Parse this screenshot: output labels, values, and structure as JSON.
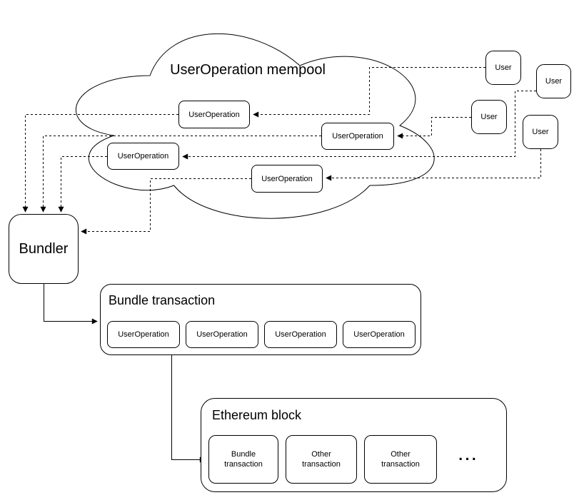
{
  "diagram_type": "flow-diagram",
  "colors": {
    "stroke": "#000000",
    "node_fill": "#ffffff",
    "background": "#ffffff",
    "text": "#000000"
  },
  "mempool": {
    "title": "UserOperation mempool",
    "shape": "cloud",
    "nodes": [
      {
        "label": "UserOperation"
      },
      {
        "label": "UserOperation"
      },
      {
        "label": "UserOperation"
      },
      {
        "label": "UserOperation"
      }
    ]
  },
  "users": [
    {
      "label": "User"
    },
    {
      "label": "User"
    },
    {
      "label": "User"
    },
    {
      "label": "User"
    }
  ],
  "bundler": {
    "label": "Bundler"
  },
  "bundle_tx": {
    "title": "Bundle transaction",
    "nodes": [
      {
        "label": "UserOperation"
      },
      {
        "label": "UserOperation"
      },
      {
        "label": "UserOperation"
      },
      {
        "label": "UserOperation"
      }
    ]
  },
  "eth_block": {
    "title": "Ethereum block",
    "nodes": [
      {
        "label": "Bundle transaction"
      },
      {
        "label": "Other transaction"
      },
      {
        "label": "Other transaction"
      }
    ],
    "ellipsis": "..."
  },
  "edges": {
    "dashed": [
      "user1 -> mempool userop 1",
      "user2 -> mempool userop 3",
      "user3 -> mempool userop 2",
      "user4 -> mempool userop 4",
      "mempool userop 1 -> bundler",
      "mempool userop 2 -> bundler",
      "mempool userop 3 -> bundler",
      "mempool userop 4 -> bundler"
    ],
    "solid": [
      "bundler -> bundle transaction",
      "bundle transaction -> ethereum block"
    ]
  }
}
